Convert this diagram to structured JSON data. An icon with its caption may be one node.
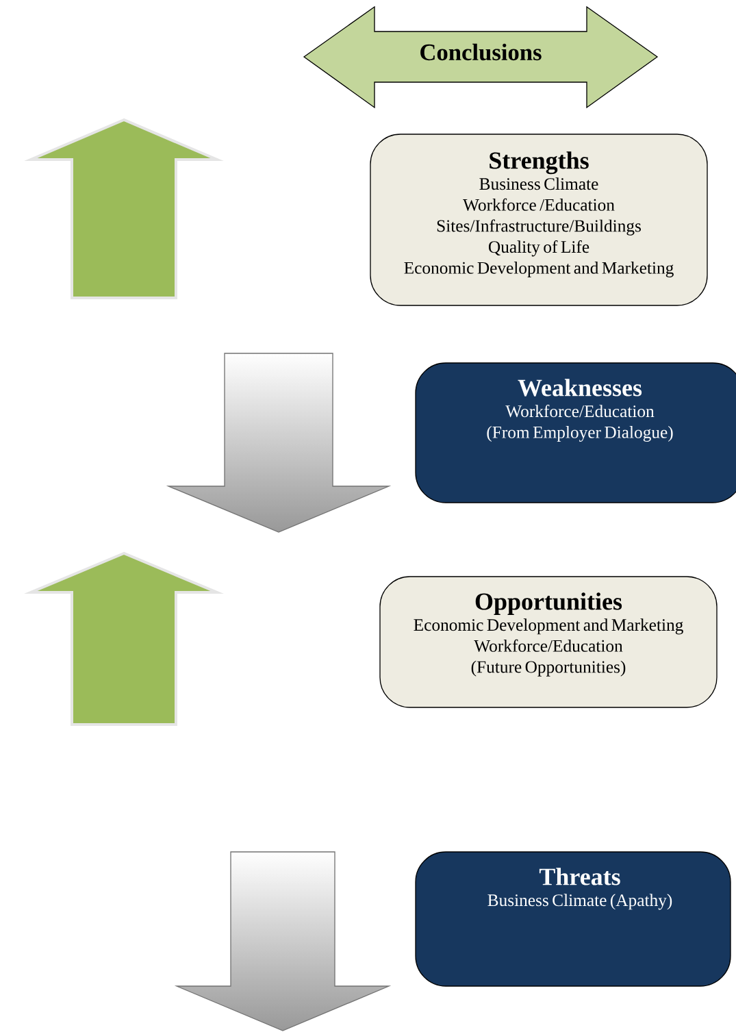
{
  "diagram": {
    "nodes": [
      {
        "text": [
          "Conclusions"
        ]
      },
      {
        "text": [
          "Strengths",
          "Business Climate",
          "Workforce /Education",
          "Sites/Infrastructure/Buildings",
          "Quality of Life",
          "Economic Development and Marketing"
        ]
      },
      {
        "text": [
          "Weaknesses",
          "Workforce/Education (From Employer Dialogue)"
        ]
      },
      {
        "text": [
          "Opportunities",
          "Economic Development and Marketing",
          "Workforce/Education (Future Opportunities)"
        ]
      },
      {
        "text": [
          "Threats",
          "Business Climate (Apathy)"
        ]
      }
    ]
  }
}
